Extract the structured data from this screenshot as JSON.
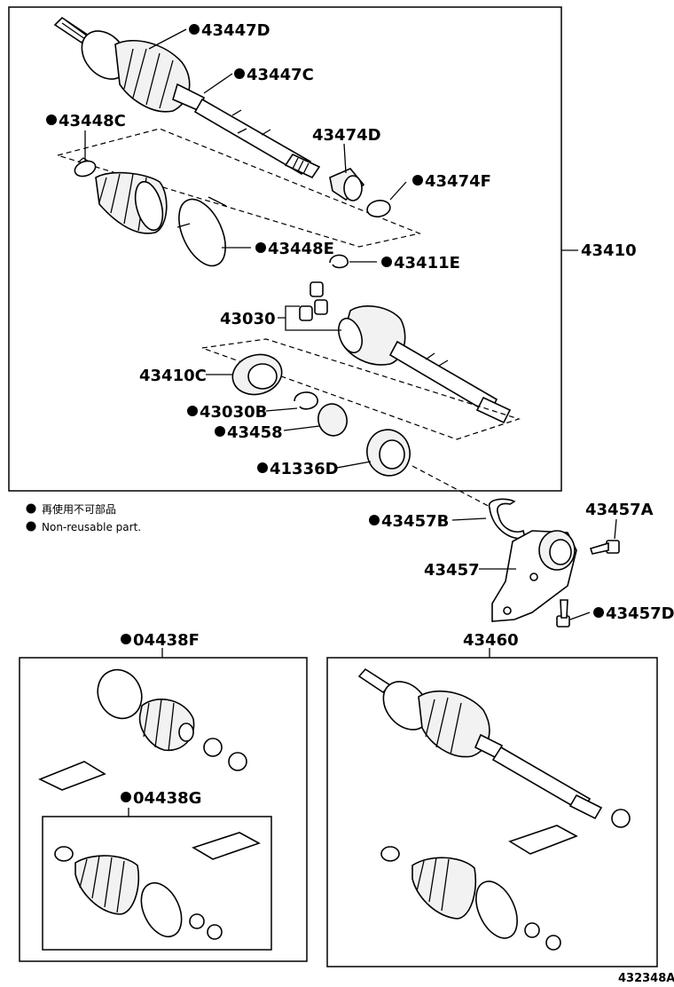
{
  "legend": {
    "jp": "再使用不可部品",
    "en": "Non-reusable part."
  },
  "labels": {
    "p43447D": "43447D",
    "p43447C": "43447C",
    "p43448C": "43448C",
    "p43474D": "43474D",
    "p43474F": "43474F",
    "p43410": "43410",
    "p43448E": "43448E",
    "p43411E": "43411E",
    "p43030": "43030",
    "p43410C": "43410C",
    "p43030B": "43030B",
    "p43458": "43458",
    "p41336D": "41336D",
    "p43457B": "43457B",
    "p43457A": "43457A",
    "p43457": "43457",
    "p43457D": "43457D",
    "p04438F": "04438F",
    "p04438G": "04438G",
    "p43460": "43460"
  },
  "illustration_id": "432348A",
  "non_reusable_marker": "filled-dot-icon"
}
